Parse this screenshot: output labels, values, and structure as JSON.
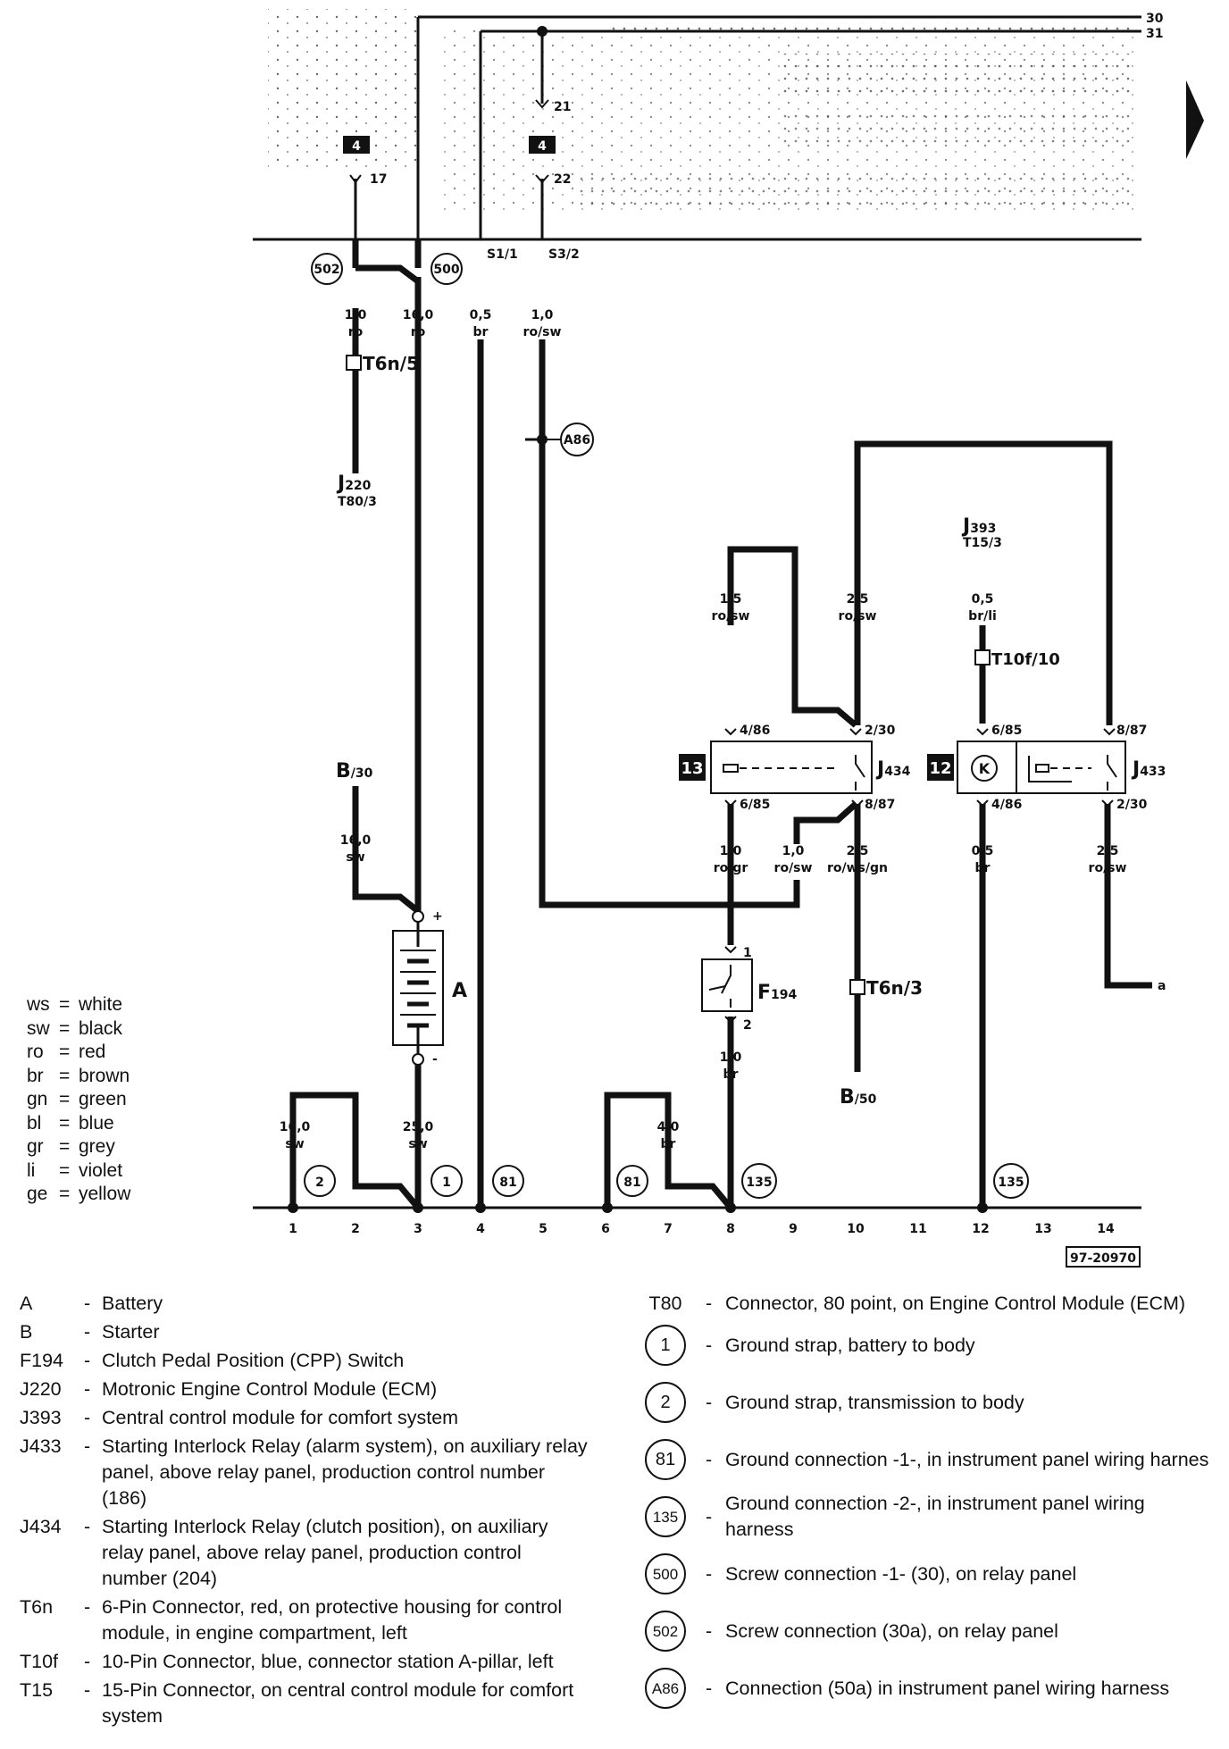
{
  "diagram": {
    "rails": {
      "r30": "30",
      "r31": "31"
    },
    "fuses": {
      "s1": "S1/1",
      "s3": "S3/2"
    },
    "box4": "4",
    "pins": {
      "p17": "17",
      "p21": "21",
      "p22": "22"
    },
    "circles": {
      "c502": "502",
      "c500": "500",
      "a86": "A86",
      "c2": "2",
      "c1": "1",
      "c81a": "81",
      "c81b": "81",
      "c135a": "135",
      "c135b": "135"
    },
    "wires": {
      "w1": [
        "1,0",
        "ro"
      ],
      "w2": [
        "16,0",
        "ro"
      ],
      "w3": [
        "0,5",
        "br"
      ],
      "w4": [
        "1,0",
        "ro/sw"
      ],
      "w5": [
        "1,5",
        "ro/sw"
      ],
      "w6": [
        "2,5",
        "ro/sw"
      ],
      "w7": [
        "0,5",
        "br/li"
      ],
      "w8": [
        "16,0",
        "sw"
      ],
      "w9": [
        "1,0",
        "ro/gr"
      ],
      "w10": [
        "1,0",
        "ro/sw"
      ],
      "w11": [
        "2,5",
        "ro/ws/gn"
      ],
      "w12": [
        "0,5",
        "br"
      ],
      "w13": [
        "2,5",
        "ro/sw"
      ],
      "w14": [
        "1,0",
        "br"
      ],
      "w15": [
        "16,0",
        "sw"
      ],
      "w16": [
        "25,0",
        "sw"
      ],
      "w17": [
        "4,0",
        "br"
      ]
    },
    "connectors": {
      "t6n5": "T6n/5",
      "t10f10": "T10f/10",
      "t6n3": "T6n/3"
    },
    "components": {
      "j220": {
        "main": "J",
        "sub": "220",
        "pin": "T80/3"
      },
      "j393": {
        "main": "J",
        "sub": "393",
        "pin": "T15/3"
      },
      "b30": {
        "main": "B",
        "sub": "/30"
      },
      "b50": {
        "main": "B",
        "sub": "/50"
      },
      "a": "A",
      "f194": {
        "main": "F",
        "sub": "194"
      },
      "j434": {
        "main": "J",
        "sub": "434"
      },
      "j433": {
        "main": "J",
        "sub": "433"
      },
      "k": "K",
      "relay13": "13",
      "relay12": "12",
      "a_out": "a"
    },
    "relay_pins": {
      "j434_4_86": "4/86",
      "j434_2_30": "2/30",
      "j434_6_85": "6/85",
      "j434_8_87": "8/87",
      "j433_6_85": "6/85",
      "j433_8_87": "8/87",
      "j433_4_86": "4/86",
      "j433_2_30": "2/30"
    },
    "battery_pins": {
      "plus": "+",
      "minus": "-"
    },
    "switch_pins": {
      "p1": "1",
      "p2": "2"
    },
    "ground_numbers": [
      "1",
      "2",
      "3",
      "4",
      "5",
      "6",
      "7",
      "8",
      "9",
      "10",
      "11",
      "12",
      "13",
      "14"
    ],
    "ref": "97-20970"
  },
  "color_legend": [
    {
      "k": "ws",
      "v": "white"
    },
    {
      "k": "sw",
      "v": "black"
    },
    {
      "k": "ro",
      "v": "red"
    },
    {
      "k": "br",
      "v": "brown"
    },
    {
      "k": "gn",
      "v": "green"
    },
    {
      "k": "bl",
      "v": "blue"
    },
    {
      "k": "gr",
      "v": "grey"
    },
    {
      "k": "li",
      "v": "violet"
    },
    {
      "k": "ge",
      "v": "yellow"
    }
  ],
  "legend_left": [
    {
      "code": "A",
      "desc": "Battery"
    },
    {
      "code": "B",
      "desc": "Starter"
    },
    {
      "code": "F194",
      "desc": "Clutch Pedal Position (CPP) Switch"
    },
    {
      "code": "J220",
      "desc": "Motronic Engine Control Module (ECM)"
    },
    {
      "code": "J393",
      "desc": "Central control module for comfort system"
    },
    {
      "code": "J433",
      "desc": "Starting Interlock Relay (alarm system), on auxiliary relay panel, above relay panel, production control number (186)"
    },
    {
      "code": "J434",
      "desc": "Starting Interlock Relay (clutch position), on auxiliary relay panel, above relay panel, production control number (204)"
    },
    {
      "code": "T6n",
      "desc": "6-Pin Connector, red, on protective housing for control module, in engine compartment, left"
    },
    {
      "code": "T10f",
      "desc": "10-Pin Connector, blue, connector station A-pillar, left"
    },
    {
      "code": "T15",
      "desc": "15-Pin Connector, on central control module for comfort system"
    }
  ],
  "legend_right": [
    {
      "code": "T80",
      "desc": "Connector, 80 point, on Engine Control Module (ECM)"
    },
    {
      "code": "1",
      "desc": "Ground strap, battery to body"
    },
    {
      "code": "2",
      "desc": "Ground strap, transmission to body"
    },
    {
      "code": "81",
      "desc": "Ground connection -1-, in instrument panel wiring harnes"
    },
    {
      "code": "135",
      "desc": "Ground connection -2-, in instrument panel wiring harness"
    },
    {
      "code": "500",
      "desc": "Screw connection -1- (30), on relay panel"
    },
    {
      "code": "502",
      "desc": "Screw connection (30a), on relay panel"
    },
    {
      "code": "A86",
      "desc": "Connection (50a) in instrument panel wiring harness"
    }
  ]
}
